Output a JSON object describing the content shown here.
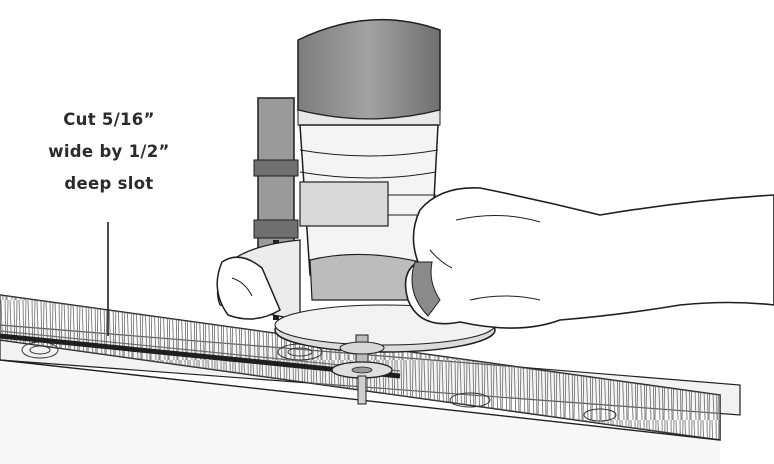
{
  "callout": {
    "lines": [
      "Cut 5/16”",
      "wide by 1/2”",
      "deep slot"
    ]
  },
  "colors": {
    "outline": "#1f1f1f",
    "motor_shade": "#8c8c8c",
    "base_shade": "#cfcfcf",
    "background": "#ffffff"
  },
  "icons": [
    "router-tool-icon",
    "hand-icon",
    "wood-board-icon"
  ]
}
